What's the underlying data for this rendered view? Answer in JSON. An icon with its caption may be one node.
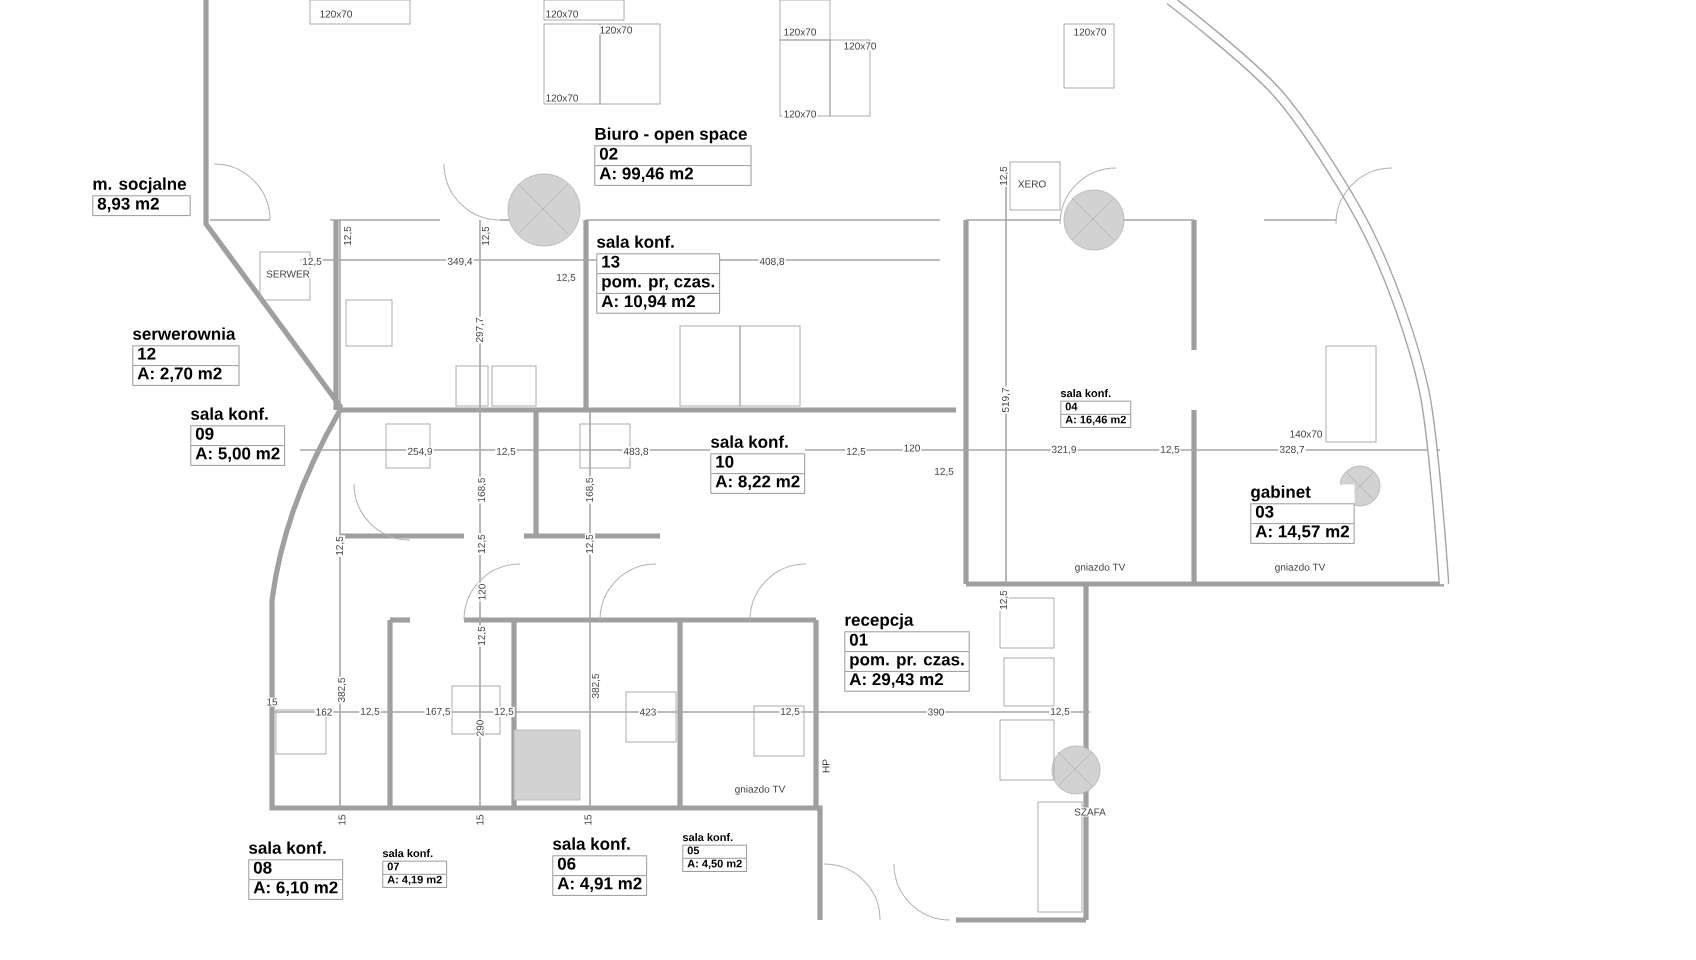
{
  "diagram": {
    "nodes": [
      {
        "text": [
          "Biuro - open space",
          "02",
          "A: 99,46 m2"
        ]
      },
      {
        "text": [
          "m. socjalne",
          "8,93 m2"
        ]
      },
      {
        "text": [
          "sala konf.",
          "13",
          "pom. pr, czas.",
          "A: 10,94 m2"
        ]
      },
      {
        "text": [
          "serwerownia",
          "12",
          "A: 2,70 m2"
        ]
      },
      {
        "text": [
          "sala konf.",
          "04",
          "A: 16,46 m2"
        ]
      },
      {
        "text": [
          "sala konf.",
          "09",
          "A: 5,00 m2"
        ]
      },
      {
        "text": [
          "sala konf.",
          "10",
          "A: 8,22 m2"
        ]
      },
      {
        "text": [
          "gabinet",
          "03",
          "A: 14,57 m2"
        ]
      },
      {
        "text": [
          "recepcja",
          "01",
          "pom. pr. czas.",
          "A: 29,43 m2"
        ]
      },
      {
        "text": [
          "sala konf.",
          "05",
          "A: 4,50 m2"
        ]
      },
      {
        "text": [
          "sala konf.",
          "06",
          "A: 4,91 m2"
        ]
      },
      {
        "text": [
          "sala konf.",
          "08",
          "A: 6,10 m2"
        ]
      },
      {
        "text": [
          "sala konf.",
          "07",
          "A: 4,19 m2"
        ]
      }
    ],
    "labels": [
      "120x70",
      "120x70",
      "120x70",
      "120x70",
      "120x70",
      "120x70",
      "120x70",
      "120x70",
      "XERO",
      "12,5",
      "SERWER",
      "12,5",
      "12,5",
      "349,4",
      "12,5",
      "12,5",
      "408,8",
      "297,7",
      "519,7",
      "254,9",
      "12,5",
      "483,8",
      "12,5",
      "120",
      "12,5",
      "321,9",
      "12,5",
      "328,7",
      "168,5",
      "168,5",
      "12,5",
      "12,5",
      "12,5",
      "120",
      "gniazdo TV",
      "gniazdo TV",
      "12,5",
      "12,5",
      "382,5",
      "382,5",
      "15",
      "162",
      "12,5",
      "167,5",
      "12,5",
      "290",
      "423",
      "12,5",
      "390",
      "12,5",
      "gniazdo TV",
      "HP",
      "SZAFA",
      "15",
      "15",
      "15",
      "140x70"
    ]
  }
}
